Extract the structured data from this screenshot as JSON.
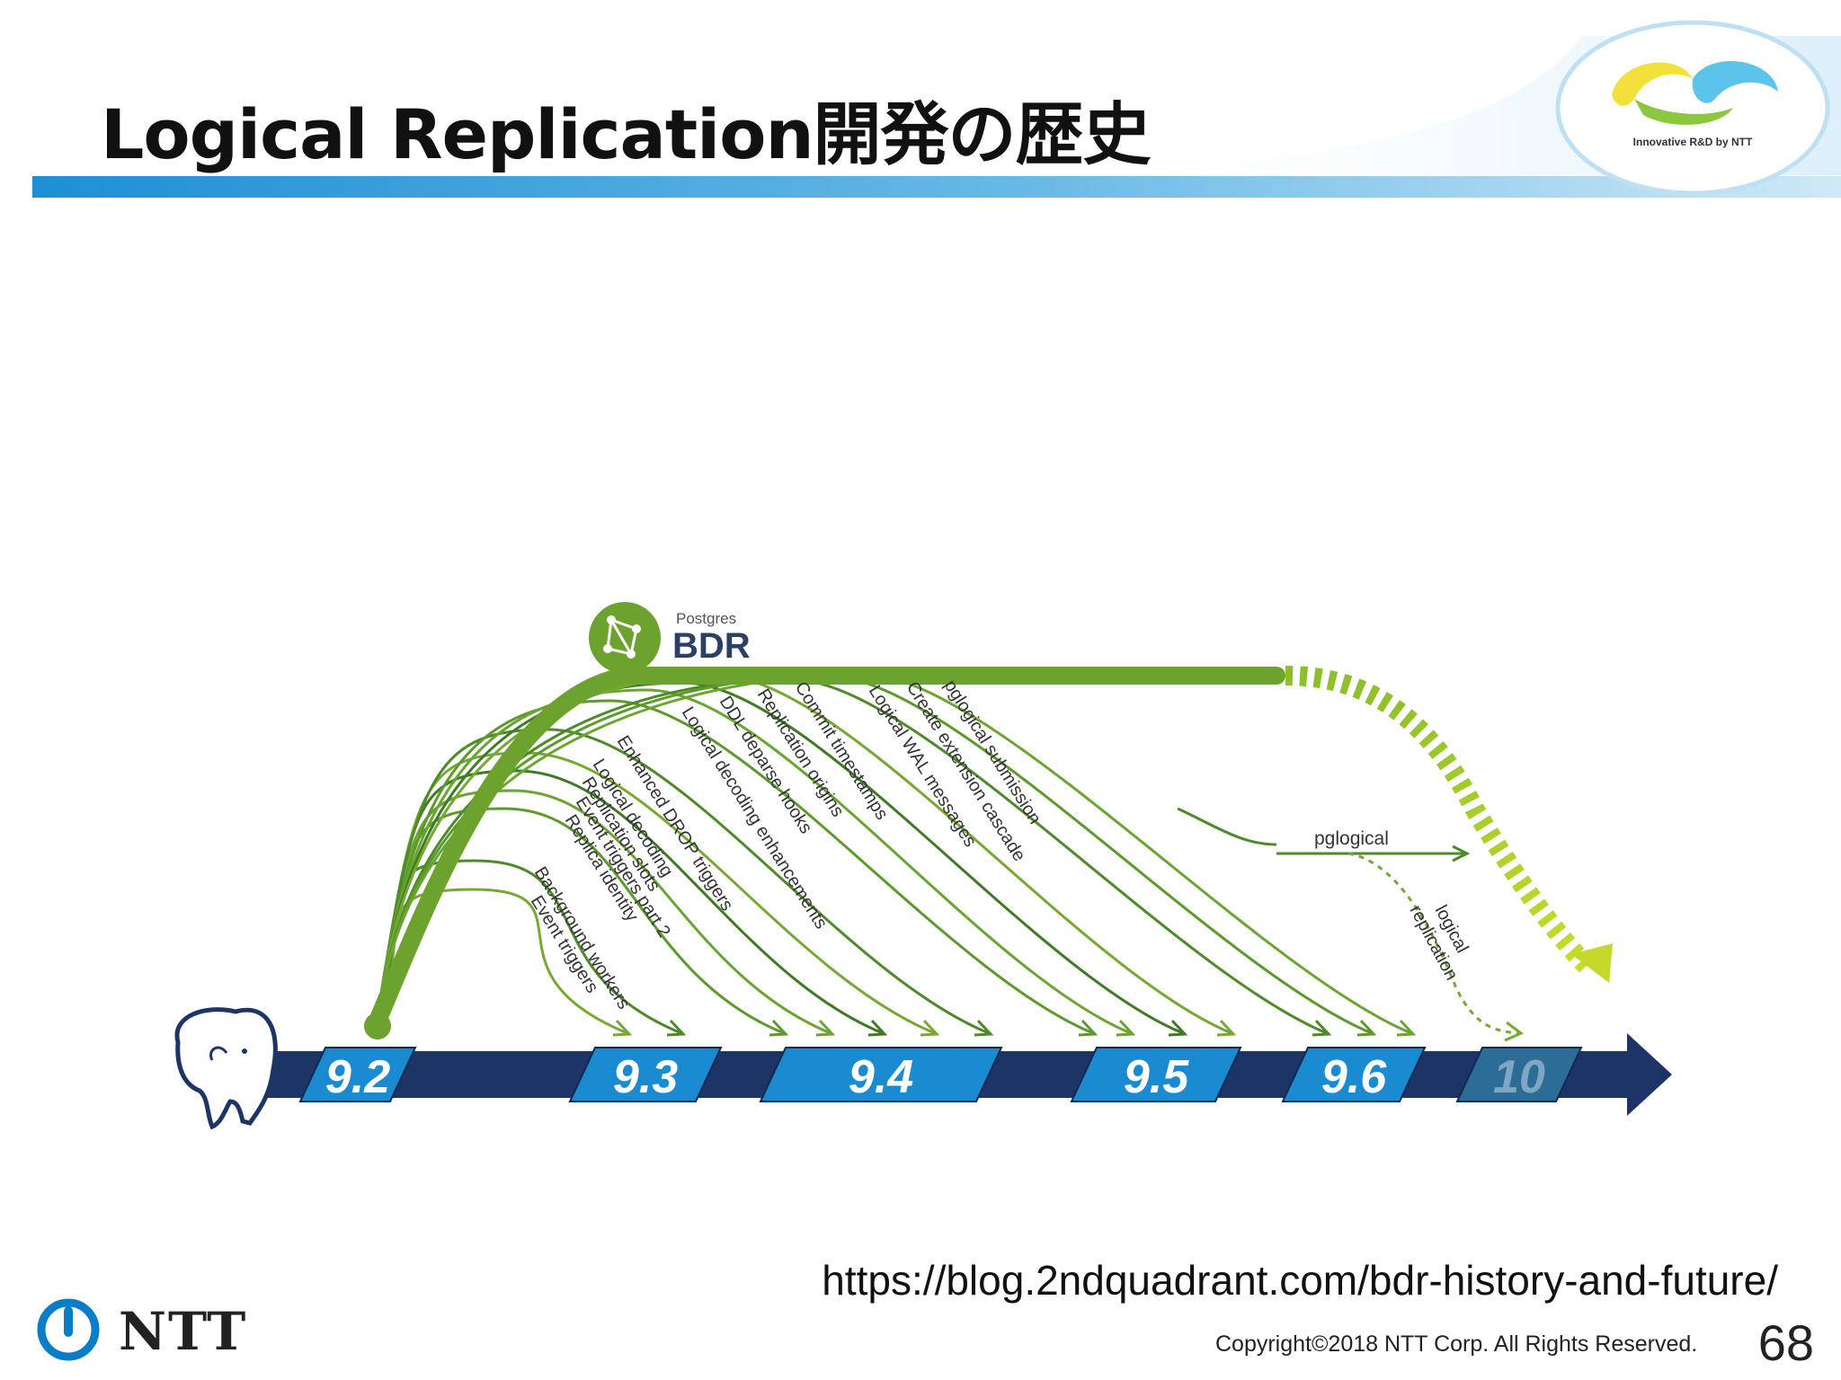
{
  "slide": {
    "title": "Logical Replication開発の歴史",
    "source_url": "https://blog.2ndquadrant.com/bdr-history-and-future/",
    "copyright": "Copyright©2018  NTT Corp. All Rights Reserved.",
    "page_number": "68"
  },
  "corp_logo": {
    "tagline": "Innovative R&D by NTT",
    "colors": [
      "#f3e23a",
      "#5dc3ea",
      "#8dc63f"
    ]
  },
  "footer_logo": {
    "brand": "NTT",
    "mark_color": "#0a7dc9"
  },
  "bdr_logo": {
    "small_text": "Postgres",
    "big_text": "BDR",
    "color": "#6ba32e"
  },
  "timeline": {
    "bar_color": "#1d3566",
    "versions": [
      {
        "id": "v92",
        "label": "9.2",
        "color": "#1a8bd0"
      },
      {
        "id": "v93",
        "label": "9.3",
        "color": "#1a8bd0"
      },
      {
        "id": "v94",
        "label": "9.4",
        "color": "#1a8bd0"
      },
      {
        "id": "v95",
        "label": "9.5",
        "color": "#1a8bd0"
      },
      {
        "id": "v96",
        "label": "9.6",
        "color": "#1a8bd0"
      },
      {
        "id": "v10",
        "label": "10",
        "color": "#2d6d95"
      }
    ],
    "features": [
      {
        "label": "Event triggers",
        "target": "9.3"
      },
      {
        "label": "Background workers",
        "target": "9.3"
      },
      {
        "label": "Replica identity",
        "target": "9.4"
      },
      {
        "label": "Event triggers part 2",
        "target": "9.4"
      },
      {
        "label": "Replication slots",
        "target": "9.4"
      },
      {
        "label": "Logical decoding",
        "target": "9.4"
      },
      {
        "label": "Enhanced DROP triggers",
        "target": "9.4"
      },
      {
        "label": "Logical decoding enhancements",
        "target": "9.5"
      },
      {
        "label": "DDL deparse hooks",
        "target": "9.5"
      },
      {
        "label": "Replication origins",
        "target": "9.5"
      },
      {
        "label": "Commit timestamps",
        "target": "9.5"
      },
      {
        "label": "Logical WAL messages",
        "target": "9.6"
      },
      {
        "label": "Create extension cascade",
        "target": "9.6"
      },
      {
        "label": "pglogical submission",
        "target": "9.6"
      }
    ],
    "pglogical_label": "pglogical",
    "logical_replication_label": [
      "logical",
      "replication"
    ]
  }
}
